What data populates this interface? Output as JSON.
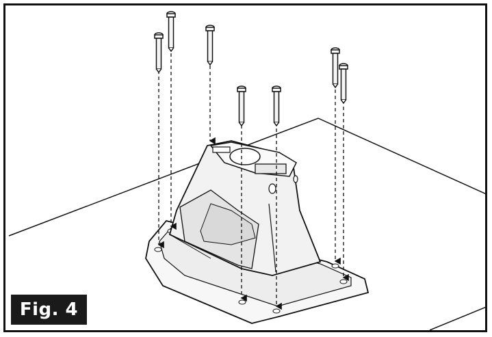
{
  "figure": {
    "label": "Fig. 4",
    "label_background": "#1a1a1a",
    "label_color": "#ffffff",
    "line_color": "#111111"
  },
  "illustration": {
    "subject": "base-assembly-with-screws",
    "screw_count": 7,
    "parts": [
      "screw",
      "housing",
      "base-plate",
      "table-surface"
    ]
  }
}
